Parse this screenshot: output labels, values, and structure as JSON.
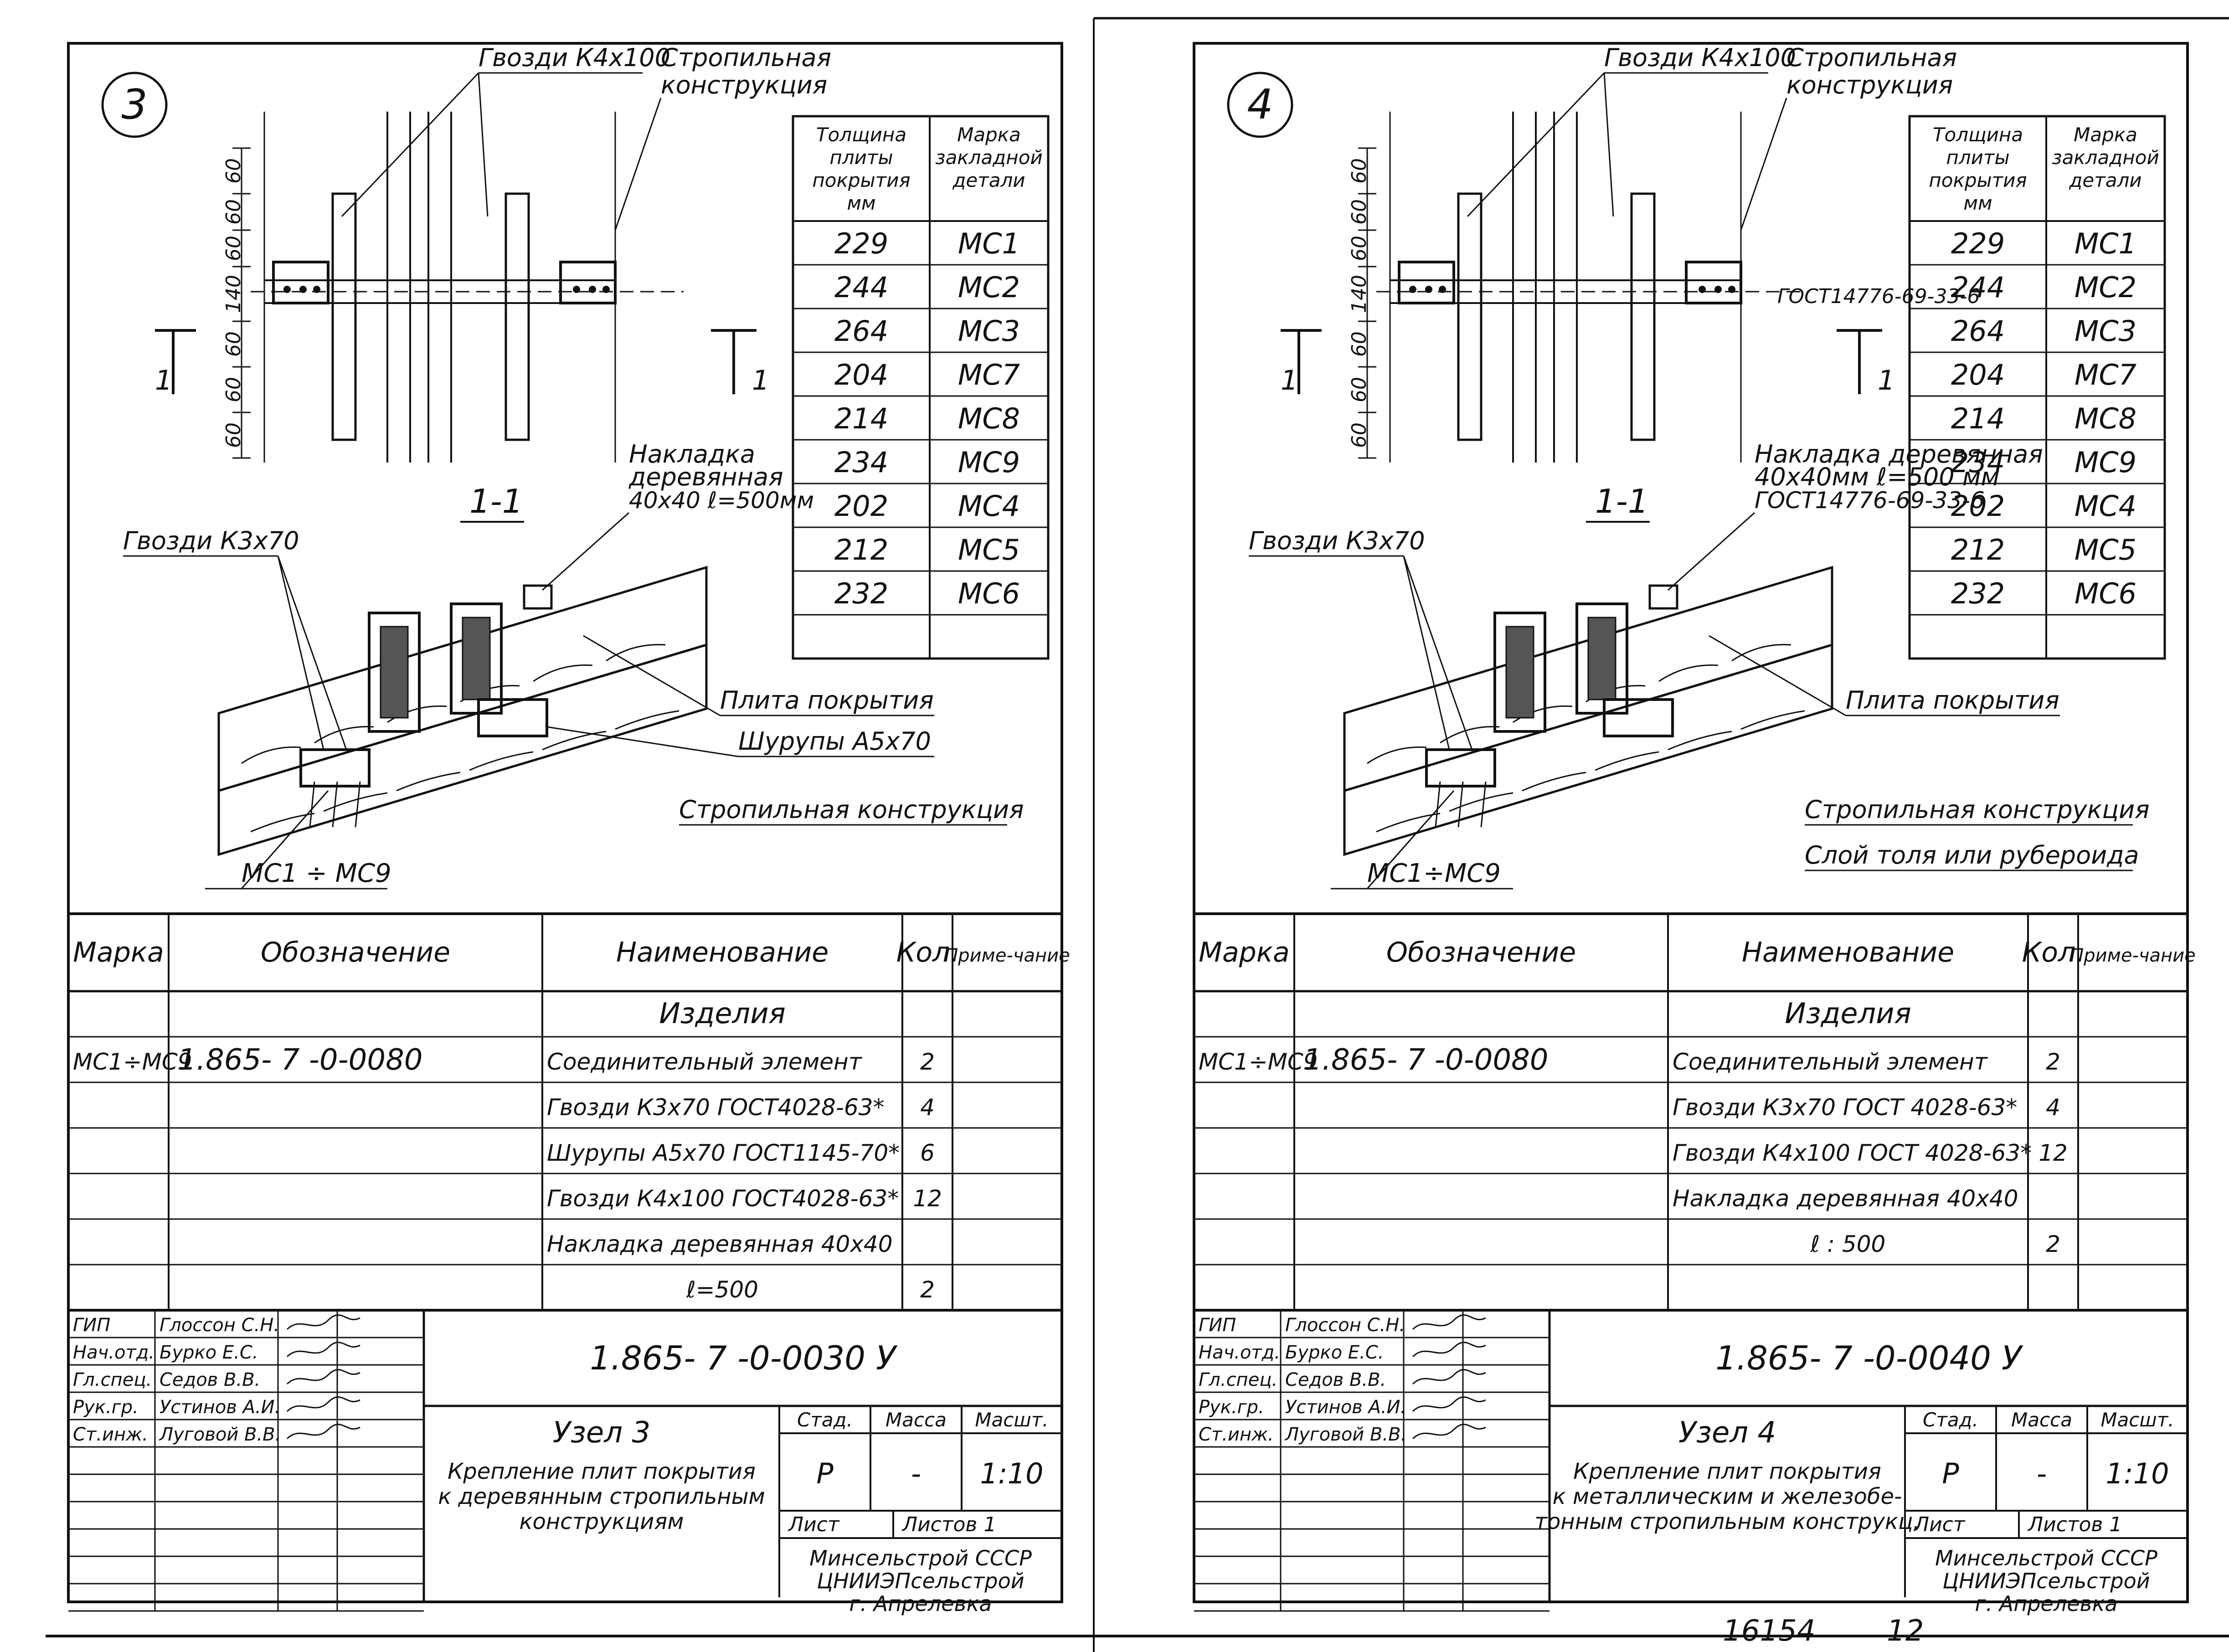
{
  "sheets": [
    {
      "node_number": "3",
      "labels": {
        "nails_top": "Гвозди К4х100",
        "rafter_top_1": "Стропильная",
        "rafter_top_2": "конструкция",
        "pad_1": "Накладка",
        "pad_2": "деревянная",
        "pad_3": "40х40 ℓ=500мм",
        "section": "1-1",
        "cut_mark": "1",
        "nails_bottom": "Гвозди К3х70",
        "slab": "Плита покрытия",
        "screws": "Шурупы А5х70",
        "rafter_bottom": "Стропильная конструкция",
        "range": "МС1 ÷ МС9"
      },
      "dims": [
        "60",
        "60",
        "60",
        "140",
        "60",
        "60",
        "60"
      ],
      "mini_table": {
        "headers": [
          "Толщина плиты покрытия мм",
          "Марка закладной детали"
        ],
        "rows": [
          [
            "229",
            "МС1"
          ],
          [
            "244",
            "МС2"
          ],
          [
            "264",
            "МС3"
          ],
          [
            "204",
            "МС7"
          ],
          [
            "214",
            "МС8"
          ],
          [
            "234",
            "МС9"
          ],
          [
            "202",
            "МС4"
          ],
          [
            "212",
            "МС5"
          ],
          [
            "232",
            "МС6"
          ]
        ]
      },
      "spec": {
        "headers": [
          "Марка",
          "Обозначение",
          "Наименование",
          "Кол.",
          "Приме-чание"
        ],
        "section_title": "Изделия",
        "rows": [
          [
            "МС1÷МС9",
            "1.865- 7 -0-0080",
            "Соединительный элемент",
            "2",
            ""
          ],
          [
            "",
            "",
            "Гвозди К3х70 ГОСТ4028-63*",
            "4",
            ""
          ],
          [
            "",
            "",
            "Шурупы А5х70 ГОСТ1145-70*",
            "6",
            ""
          ],
          [
            "",
            "",
            "Гвозди К4х100 ГОСТ4028-63*",
            "12",
            ""
          ],
          [
            "",
            "",
            "Накладка деревянная 40х40",
            "",
            " "
          ],
          [
            "",
            "",
            "ℓ=500",
            "2",
            ""
          ]
        ]
      },
      "title_block": {
        "people": [
          [
            "ГИП",
            "Глоссон С.Н."
          ],
          [
            "Нач.отд.",
            "Бурко Е.С."
          ],
          [
            "Гл.спец.",
            "Седов В.В."
          ],
          [
            "Рук.гр.",
            "Устинов А.И."
          ],
          [
            "Ст.инж.",
            "Луговой В.В."
          ]
        ],
        "doc_code": "1.865- 7 -0-0030 У",
        "node": "Узел 3",
        "desc": [
          "Крепление плит покрытия",
          "к деревянным стропильным",
          "конструкциям"
        ],
        "stage_h": "Стад.",
        "mass_h": "Масса",
        "scale_h": "Масшт.",
        "stage": "Р",
        "mass": "-",
        "scale": "1:10",
        "sheet_h": "Лист",
        "sheets_h": "Листов 1",
        "org": [
          "Минсельстрой СССР",
          "ЦНИИЭПсельстрой",
          "г. Апрелевка"
        ]
      }
    },
    {
      "node_number": "4",
      "labels": {
        "nails_top": "Гвозди К4х100",
        "rafter_top_1": "Стропильная",
        "rafter_top_2": "конструкция",
        "gost_top": "ГОСТ14776-69-33-6",
        "pad_1": "Накладка деревянная",
        "pad_2": "40х40мм ℓ=500 мм",
        "pad_3": "ГОСТ14776-69-33-6",
        "section": "1-1",
        "cut_mark": "1",
        "nails_bottom": "Гвозди К3х70",
        "slab": "Плита покрытия",
        "rafter_bottom": "Стропильная конструкция",
        "roll": "Слой толя или рубероида",
        "range": "МС1÷МС9"
      },
      "dims": [
        "60",
        "60",
        "60",
        "140",
        "60",
        "60",
        "60"
      ],
      "mini_table": {
        "headers": [
          "Толщина плиты покрытия мм",
          "Марка закладной детали"
        ],
        "rows": [
          [
            "229",
            "МС1"
          ],
          [
            "244",
            "МС2"
          ],
          [
            "264",
            "МС3"
          ],
          [
            "204",
            "МС7"
          ],
          [
            "214",
            "МС8"
          ],
          [
            "234",
            "МС9"
          ],
          [
            "202",
            "МС4"
          ],
          [
            "212",
            "МС5"
          ],
          [
            "232",
            "МС6"
          ]
        ]
      },
      "spec": {
        "headers": [
          "Марка",
          "Обозначение",
          "Наименование",
          "Кол.",
          "Приме-чание"
        ],
        "section_title": "Изделия",
        "rows": [
          [
            "МС1÷МС9",
            "1.865- 7 -0-0080",
            "Соединительный элемент",
            "2",
            ""
          ],
          [
            "",
            "",
            "Гвозди К3х70 ГОСТ 4028-63*",
            "4",
            ""
          ],
          [
            "",
            "",
            "Гвозди К4х100 ГОСТ 4028-63*",
            "12",
            ""
          ],
          [
            "",
            "",
            "Накладка деревянная 40х40",
            "",
            ""
          ],
          [
            "",
            "",
            "ℓ : 500",
            "2",
            ""
          ],
          [
            "",
            "",
            "",
            "",
            ""
          ]
        ]
      },
      "title_block": {
        "people": [
          [
            "ГИП",
            "Глоссон С.Н."
          ],
          [
            "Нач.отд.",
            "Бурко Е.С."
          ],
          [
            "Гл.спец.",
            "Седов В.В."
          ],
          [
            "Рук.гр.",
            "Устинов А.И."
          ],
          [
            "Ст.инж.",
            "Луговой В.В."
          ]
        ],
        "doc_code": "1.865- 7 -0-0040 У",
        "node": "Узел 4",
        "desc": [
          "Крепление плит покрытия",
          "к металлическим и железобе-",
          "тонным стропильным конструкц."
        ],
        "stage_h": "Стад.",
        "mass_h": "Масса",
        "scale_h": "Масшт.",
        "stage": "Р",
        "mass": "-",
        "scale": "1:10",
        "sheet_h": "Лист",
        "sheets_h": "Листов 1",
        "org": [
          "Минсельстрой СССР",
          "ЦНИИЭПсельстрой",
          "г. Апрелевка"
        ]
      }
    }
  ],
  "footer": {
    "inventory": "16154",
    "page": "12"
  }
}
